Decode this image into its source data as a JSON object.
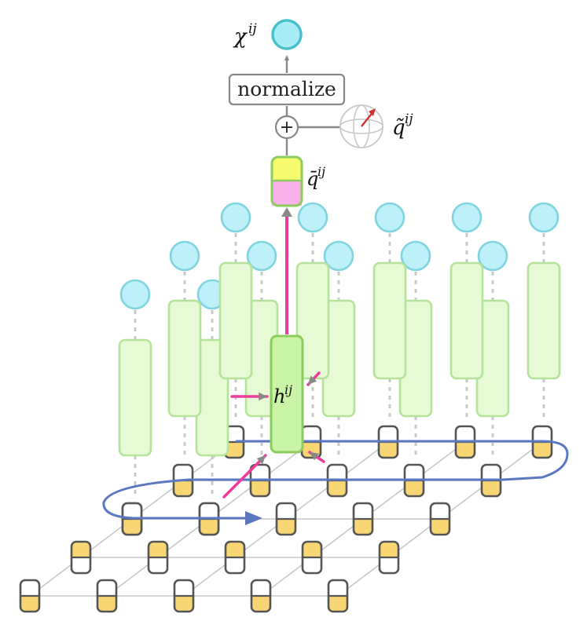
{
  "labels": {
    "output_symbol": "χ",
    "output_superscript": "ij",
    "normalize": "normalize",
    "plus": "+",
    "noise_symbol": "q̃",
    "noise_superscript": "ij",
    "mean_symbol": "q̄",
    "mean_superscript": "ij",
    "hidden_symbol": "h",
    "hidden_superscript": "ij"
  },
  "colors": {
    "circle_fill": "#bdf0f8",
    "circle_stroke": "#7fd4e0",
    "column_fill": "#e6fad6",
    "column_stroke": "#b4e39a",
    "active_column_fill": "#c9f3a6",
    "active_column_stroke": "#8ccc5c",
    "cell_top": "#ffffff",
    "cell_bottom": "#f8d674",
    "cell_stroke": "#555555",
    "arrow_pink": "#ee3c9c",
    "loop_blue": "#5a78c0",
    "output_circle_fill": "#a8edf6",
    "output_circle_stroke": "#48c0cc",
    "q_top": "#f7fa6c",
    "q_bottom": "#f7b0e8",
    "grid_line": "#c8c8c8"
  }
}
